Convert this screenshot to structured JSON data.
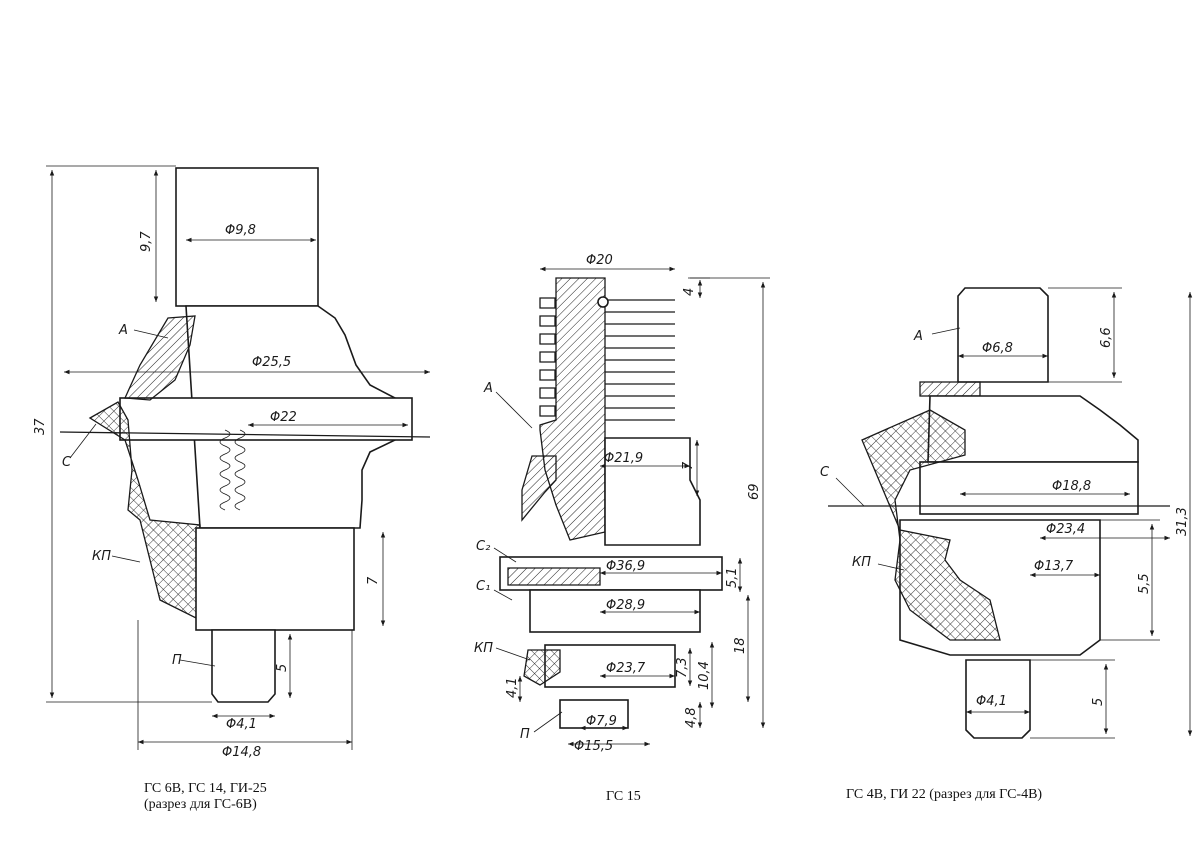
{
  "figures": [
    {
      "id": "left",
      "caption_line1": "ГС 6В, ГС 14, ГИ-25",
      "caption_line2": "(разрез для ГС-6В)",
      "labels": {
        "a": "А",
        "c": "С",
        "kp": "КП",
        "p": "П"
      },
      "dims": {
        "top_h": "9,7",
        "top_d": "Φ9,8",
        "d_25_5": "Φ25,5",
        "d_22": "Φ22",
        "total_h": "37",
        "h_7": "7",
        "h_5": "5",
        "d_4_1": "Φ4,1",
        "d_14_8": "Φ14,8"
      }
    },
    {
      "id": "middle",
      "caption_line1": "ГС 15",
      "labels": {
        "a": "А",
        "c2": "C₂",
        "c1": "C₁",
        "kp": "КП",
        "p": "П"
      },
      "dims": {
        "d_20": "Φ20",
        "h_4": "4",
        "h_69": "69",
        "d_21_9": "Φ21,9",
        "h_7": "7",
        "d_36_9": "Φ36,9",
        "h_5_1": "5,1",
        "d_28_9": "Φ28,9",
        "h_18": "18",
        "d_23_7": "Φ23,7",
        "h_7_3": "7,3",
        "h_10_4": "10,4",
        "h_4_1": "4,1",
        "d_7_9": "Φ7,9",
        "h_4_8": "4,8",
        "d_15_5": "Φ15,5"
      }
    },
    {
      "id": "right",
      "caption_line1": "ГС 4В, ГИ 22 (разрез для ГС-4В)",
      "labels": {
        "a": "А",
        "c": "С",
        "kp": "КП"
      },
      "dims": {
        "d_6_8": "Φ6,8",
        "h_6_6": "6,6",
        "d_18_8": "Φ18,8",
        "d_23_4": "Φ23,4",
        "h_31_3": "31,3",
        "d_13_7": "Φ13,7",
        "h_5_5": "5,5",
        "d_4_1": "Φ4,1",
        "h_5": "5"
      }
    }
  ]
}
